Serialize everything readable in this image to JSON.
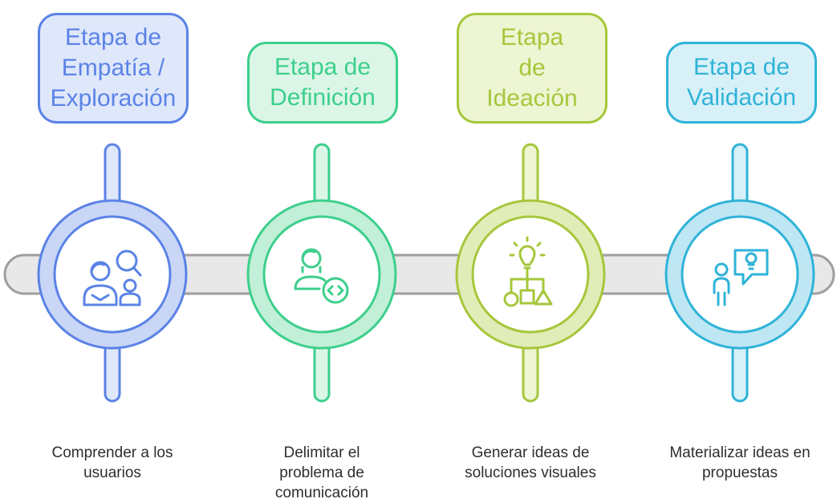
{
  "colors": {
    "bar_fill": "#e8e8e8",
    "bar_stroke": "#9e9e9e",
    "description_text": "#2e2e2e"
  },
  "stages": [
    {
      "title": "Etapa de\nEmpatía /\nExploración",
      "description": "Comprender a los\nusuarios",
      "icon": "users-search-icon",
      "color": "#5b83e6",
      "fill": "#dfe7fb",
      "ring_fill": "#c9d6f6"
    },
    {
      "title": "Etapa de\nDefinición",
      "description": "Delimitar el\nproblema de\ncomunicación",
      "icon": "person-code-icon",
      "color": "#3dcf8c",
      "fill": "#dbf6e7",
      "ring_fill": "#c2efd7"
    },
    {
      "title": "Etapa\nde\nIdeación",
      "description": "Generar ideas de\nsoluciones visuales",
      "icon": "lightbulb-shapes-icon",
      "color": "#a6c73c",
      "fill": "#eef5d3",
      "ring_fill": "#e1edb8"
    },
    {
      "title": "Etapa de\nValidación",
      "description": "Materializar ideas en\npropuestas",
      "icon": "person-idea-bubble-icon",
      "color": "#2fb3d8",
      "fill": "#d8f0f8",
      "ring_fill": "#bfe6f3"
    }
  ]
}
